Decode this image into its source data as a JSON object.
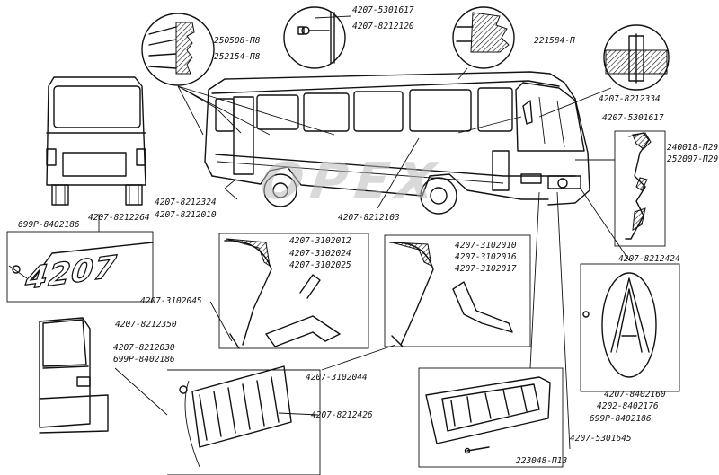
{
  "watermark": "OPEX",
  "parts": {
    "p1": "4207-5301617",
    "p2": "250508-П8",
    "p3": "252154-П8",
    "p4": "4207-8212120",
    "p5": "221584-П",
    "p6": "4207-8212334",
    "p7": "4207-5301617",
    "p8": "240018-П29",
    "p9": "252007-П29",
    "p10": "4207-8212324",
    "p11": "4207-8212010",
    "p12": "699Р-8402186",
    "p13": "4207-8212264",
    "p14": "4207-8212103",
    "p15": "4207-3102012",
    "p16": "4207-3102024",
    "p17": "4207-3102025",
    "p18": "4207-3102010",
    "p19": "4207-3102016",
    "p20": "4207-3102017",
    "p21": "4207-8212424",
    "p22": "4207-3102045",
    "p23": "4207-8212350",
    "p24": "4207-8212030",
    "p25": "699Р-8402186",
    "p26": "4207-3102044",
    "p27": "4207-8212426",
    "p28": "4207-8402160",
    "p29": "4202-8402176",
    "p30": "699Р-8402186",
    "p31": "4207-5301645",
    "p32": "223048-П13"
  },
  "badge_text": "4207"
}
